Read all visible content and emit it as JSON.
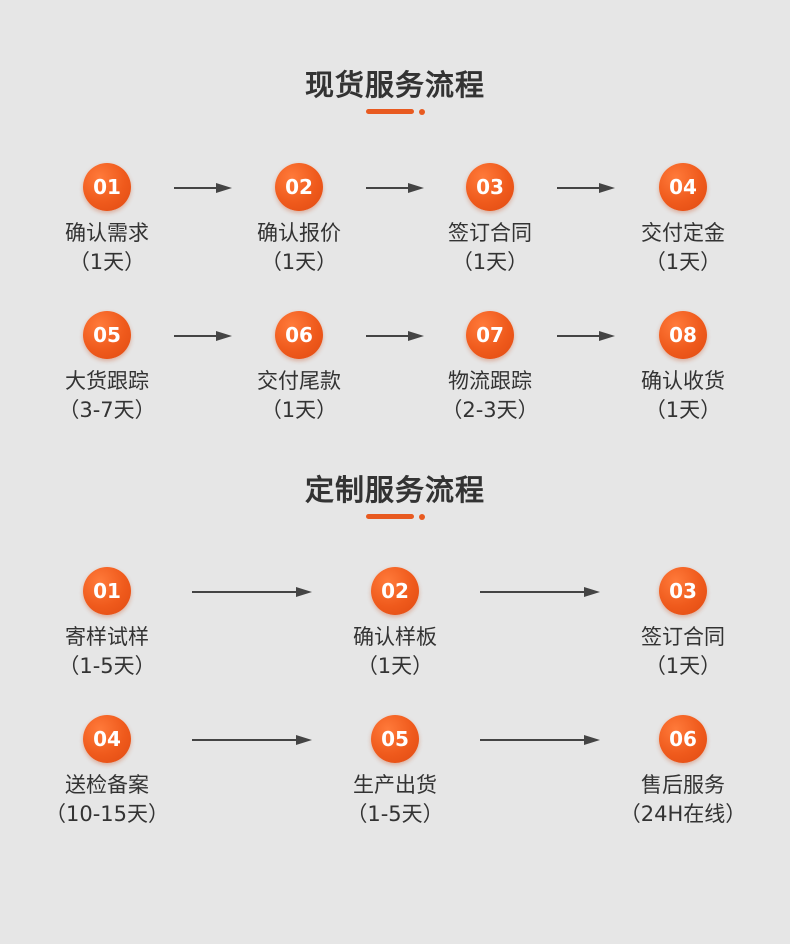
{
  "stock": {
    "title": "现货服务流程",
    "steps": [
      {
        "num": "01",
        "label": "确认需求",
        "duration": "（1天）"
      },
      {
        "num": "02",
        "label": "确认报价",
        "duration": "（1天）"
      },
      {
        "num": "03",
        "label": "签订合同",
        "duration": "（1天）"
      },
      {
        "num": "04",
        "label": "交付定金",
        "duration": "（1天）"
      },
      {
        "num": "05",
        "label": "大货跟踪",
        "duration": "（3-7天）"
      },
      {
        "num": "06",
        "label": "交付尾款",
        "duration": "（1天）"
      },
      {
        "num": "07",
        "label": "物流跟踪",
        "duration": "（2-3天）"
      },
      {
        "num": "08",
        "label": "确认收货",
        "duration": "（1天）"
      }
    ]
  },
  "custom": {
    "title": "定制服务流程",
    "steps": [
      {
        "num": "01",
        "label": "寄样试样",
        "duration": "（1-5天）"
      },
      {
        "num": "02",
        "label": "确认样板",
        "duration": "（1天）"
      },
      {
        "num": "03",
        "label": "签订合同",
        "duration": "（1天）"
      },
      {
        "num": "04",
        "label": "送检备案",
        "duration": "（10-15天）"
      },
      {
        "num": "05",
        "label": "生产出货",
        "duration": "（1-5天）"
      },
      {
        "num": "06",
        "label": "售后服务",
        "duration": "（24H在线）"
      }
    ]
  },
  "colors": {
    "accent": "#e85a20",
    "background": "#e6e6e6",
    "text": "#333333",
    "arrow": "#444444"
  }
}
